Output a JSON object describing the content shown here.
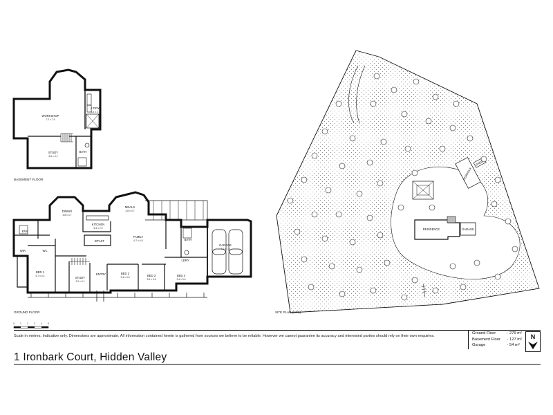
{
  "basement": {
    "caption": "BASEMENT FLOOR",
    "rooms": [
      {
        "name": "WORKSHOP",
        "dim": "7.2 x 7.6"
      },
      {
        "name": "STUDY",
        "dim": "6.6 x 3.1"
      },
      {
        "name": "L'DRY",
        "dim": "3.5 x 2.7"
      },
      {
        "name": "BATH",
        "dim": ""
      }
    ]
  },
  "ground": {
    "caption": "GROUND FLOOR",
    "rooms": [
      {
        "name": "DINING",
        "dim": "4.8 x 4.7"
      },
      {
        "name": "MEALS",
        "dim": "4.8 x 3.7"
      },
      {
        "name": "KITCHEN",
        "dim": "5.3 x 2.9"
      },
      {
        "name": "B'FAST",
        "dim": ""
      },
      {
        "name": "FAMILY",
        "dim": "6.7 x 6.8"
      },
      {
        "name": "GARAGE",
        "dim": "7.1 x 7.6"
      },
      {
        "name": "BATH",
        "dim": ""
      },
      {
        "name": "BED 1",
        "dim": "6.7 x 4.4"
      },
      {
        "name": "STUDY",
        "dim": "3.2 x 3.1"
      },
      {
        "name": "ENTRY",
        "dim": ""
      },
      {
        "name": "BED 2",
        "dim": "3.4 x 3.3"
      },
      {
        "name": "BED 3",
        "dim": "3.6 x 3.6"
      },
      {
        "name": "BED 4",
        "dim": "3.4 x 3.6"
      },
      {
        "name": "ENS",
        "dim": ""
      },
      {
        "name": "WIR",
        "dim": ""
      },
      {
        "name": "WC",
        "dim": ""
      },
      {
        "name": "LDRY",
        "dim": ""
      }
    ]
  },
  "site": {
    "caption": "SITE PLAN (NTS)",
    "labels": {
      "residence": "RESIDENCE",
      "garage": "GARAGE",
      "pergola": "PERGOLA",
      "shed": "SHED"
    }
  },
  "scale_bar": {
    "ticks": [
      "0",
      "1",
      "2",
      "3",
      "4",
      "5"
    ]
  },
  "disclaimer": "Scale in metres. Indicative only. Dimensions are approximate. All information contained herein is gathered from sources we believe to be reliable. However we cannot guarantee its accuracy and interested parties should rely on their own enquiries.",
  "areas": [
    {
      "label": "Ground Floor",
      "value": "279 m²"
    },
    {
      "label": "Basement Floor",
      "value": "127 m²"
    },
    {
      "label": "Garage",
      "value": "54 m²"
    }
  ],
  "address": "1 Ironbark Court, Hidden Valley",
  "compass": {
    "letter": "N"
  }
}
